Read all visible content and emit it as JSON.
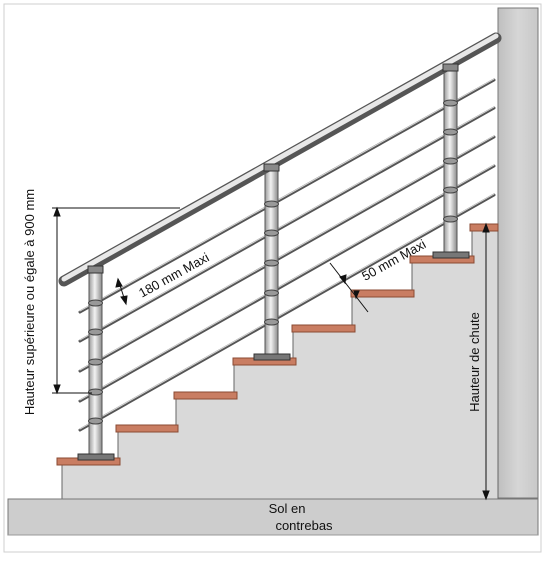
{
  "labels": {
    "total_height": "Hauteur supérieure ou égale à 900 mm",
    "rail_spacing": "180 mm Maxi",
    "step_gap": "50 mm Maxi",
    "fall_height": "Hauteur de chute",
    "ground_line1": "Sol en",
    "ground_line2": "contrebas"
  },
  "colors": {
    "wall": "#cfcfcf",
    "stair": "#d9d9d9",
    "ground": "#cdcdcd",
    "tread": "#c97d62",
    "tread_edge": "#8a4a33",
    "metal": "#bdbdbd",
    "metal_edge": "#555555"
  }
}
